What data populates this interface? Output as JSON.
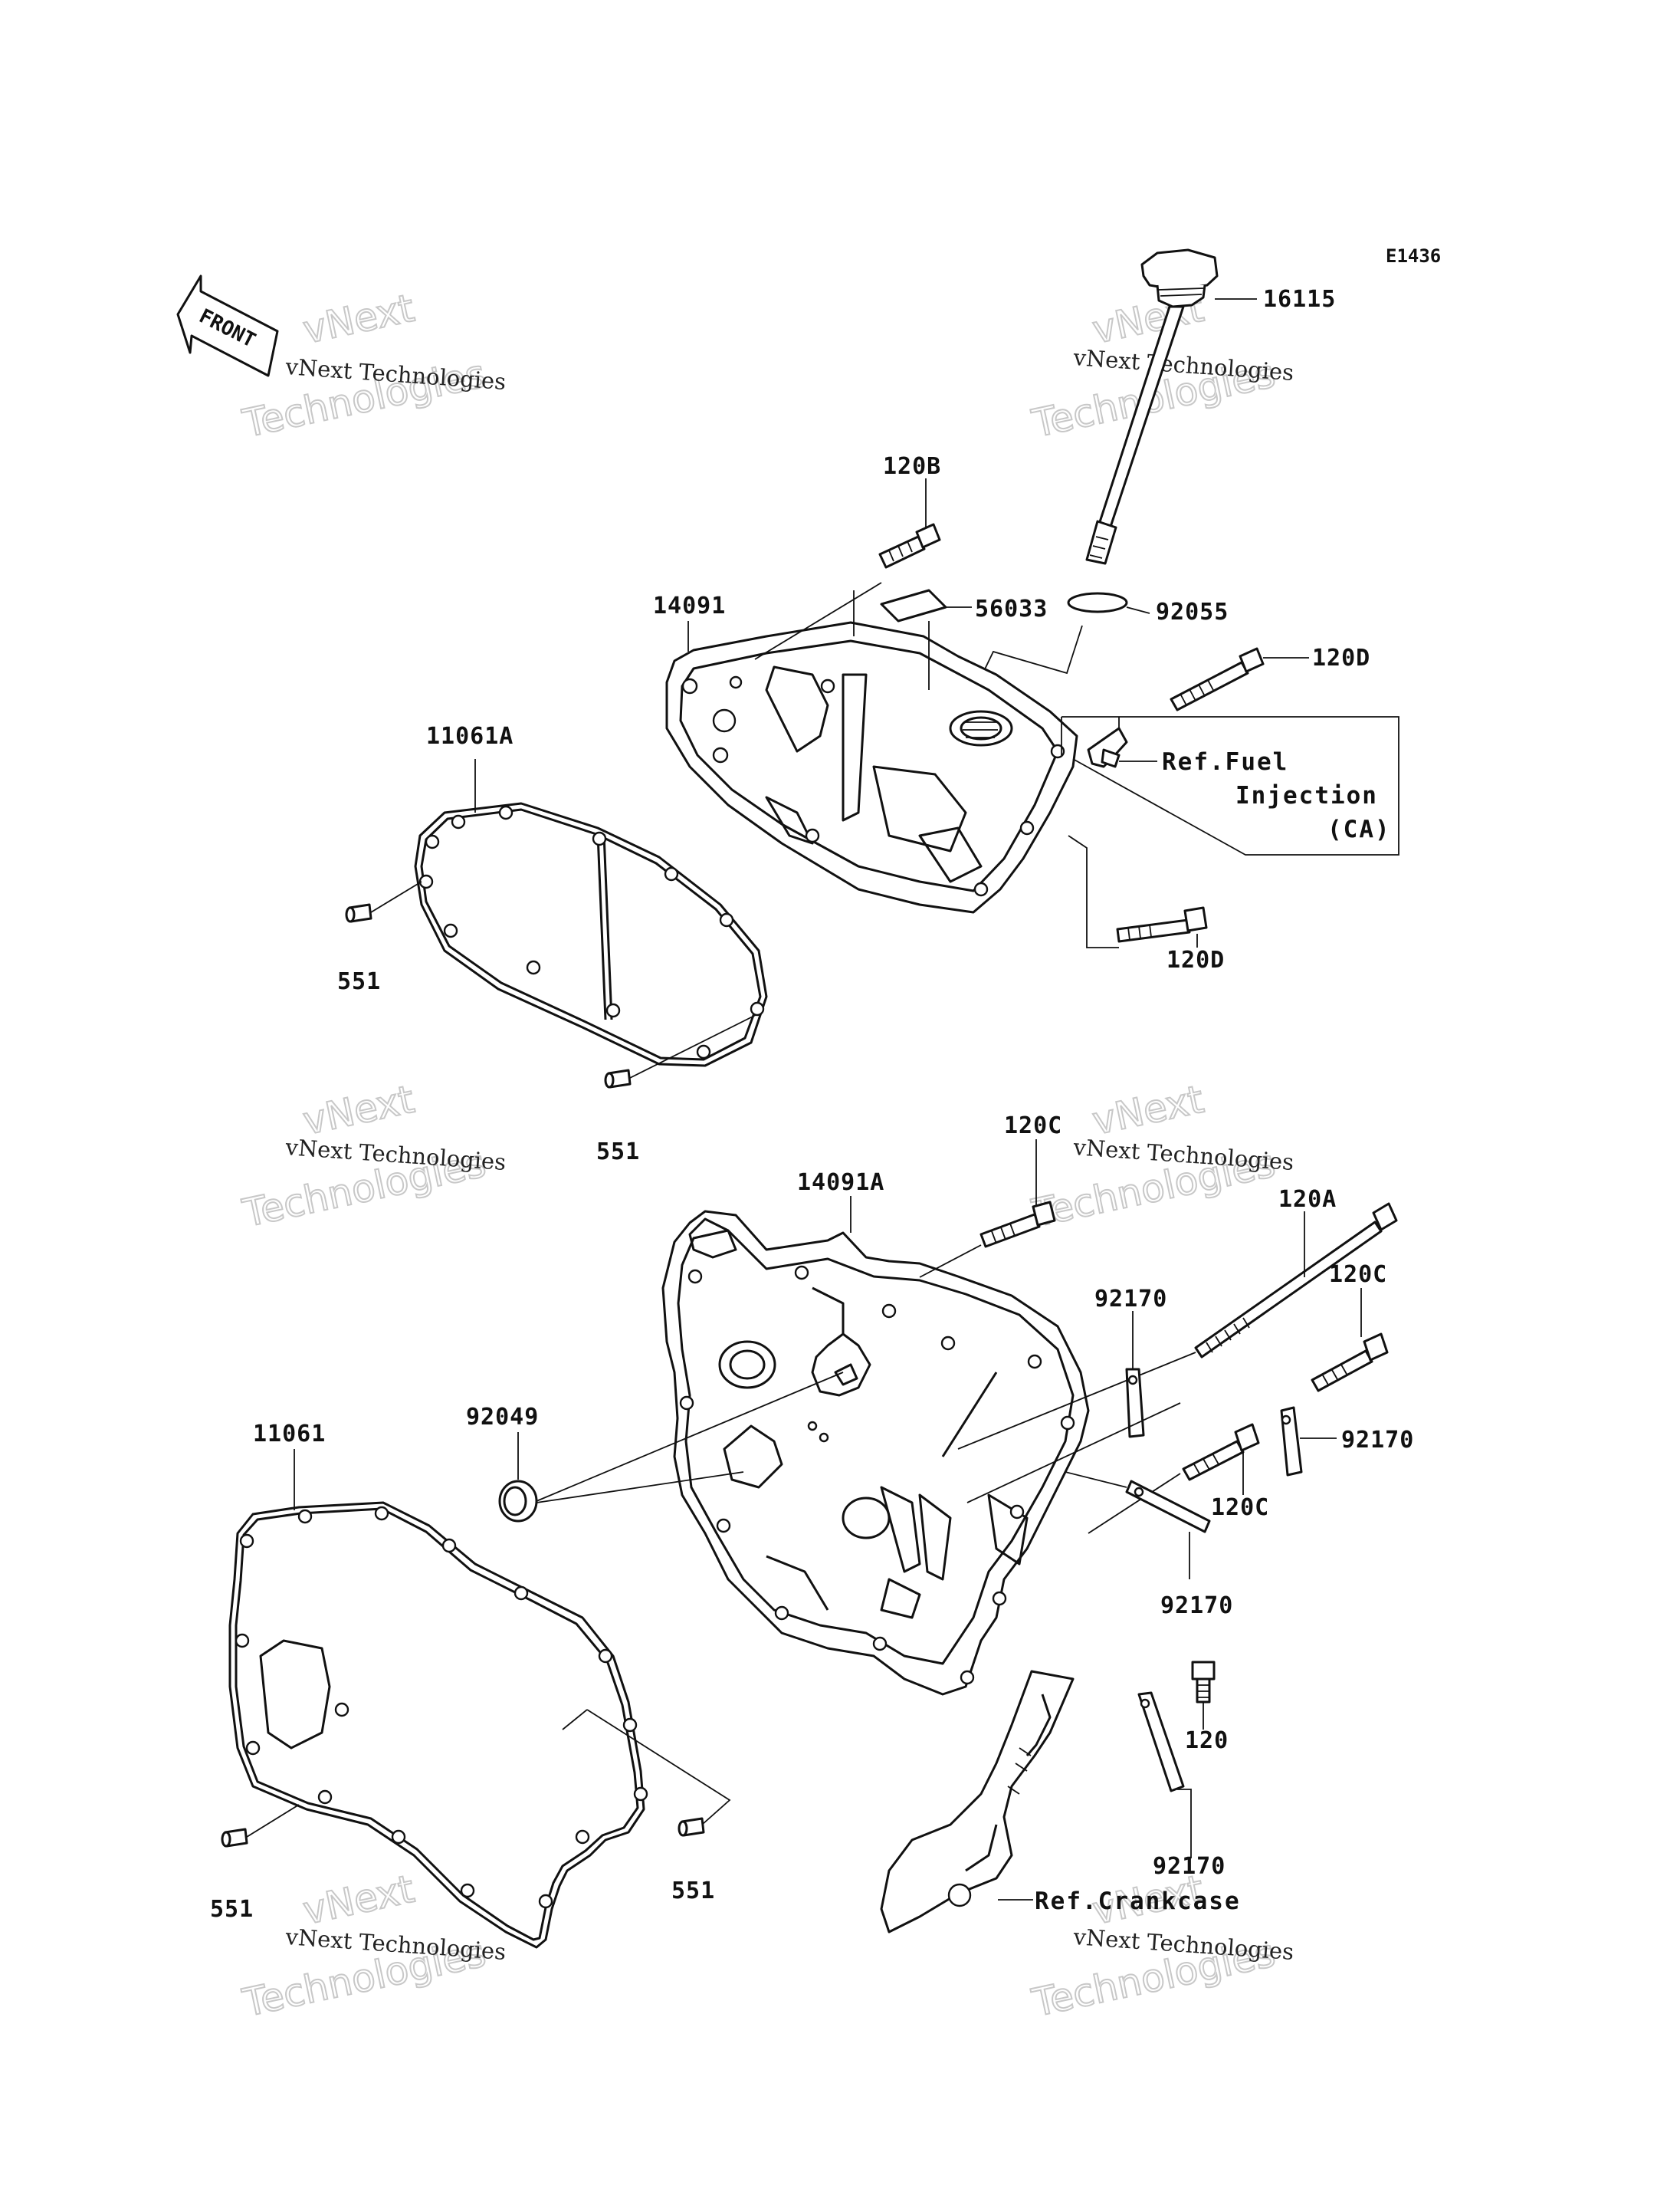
{
  "diagram_code": "E1436",
  "front_arrow_label": "FRONT",
  "watermark": {
    "line1": "vNext Technologies",
    "big_line1": "vNext",
    "big_line2": "Technologies"
  },
  "parts": {
    "p16115": "16115",
    "p120B": "120B",
    "p14091": "14091",
    "p56033": "56033",
    "p92055": "92055",
    "p120D_top": "120D",
    "p120D_bottom": "120D",
    "p11061A": "11061A",
    "p551_a": "551",
    "p551_b": "551",
    "p120C_top": "120C",
    "p14091A": "14091A",
    "p120A": "120A",
    "p120C_right": "120C",
    "p92170_a": "92170",
    "p92170_b": "92170",
    "p92049": "92049",
    "p120C_mid": "120C",
    "p92170_c": "92170",
    "p11061": "11061",
    "p120": "120",
    "p551_c": "551",
    "p551_d": "551",
    "p92170_d": "92170"
  },
  "refs": {
    "fuel_line1": "Ref.Fuel",
    "fuel_line2": "Injection",
    "fuel_line3": "(CA)",
    "crankcase": "Ref.Crankcase"
  }
}
